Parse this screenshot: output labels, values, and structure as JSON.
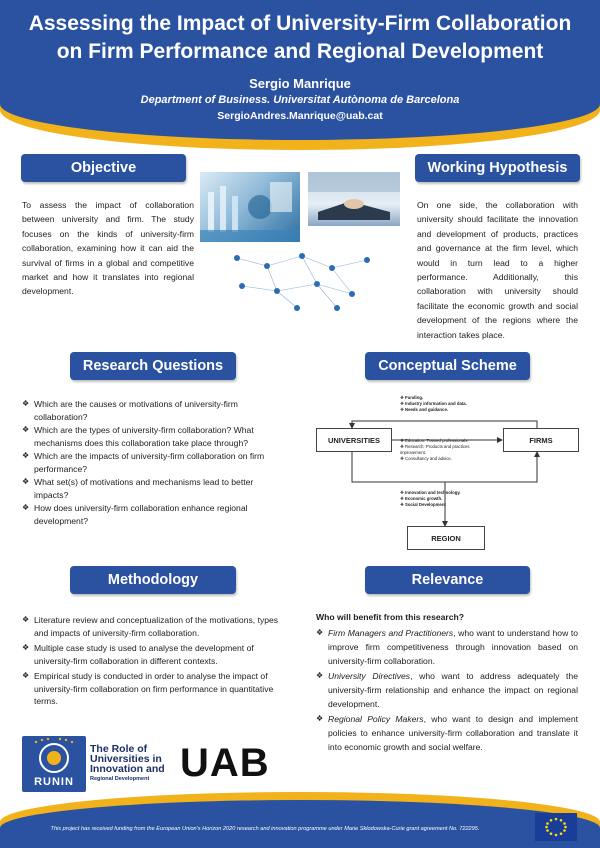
{
  "header": {
    "title_line1": "Assessing the Impact of University-Firm Collaboration",
    "title_line2": "on Firm Performance and Regional Development",
    "author": "Sergio Manrique",
    "department": "Department of Business. Universitat Autònoma de Barcelona",
    "email": "SergioAndres.Manrique@uab.cat"
  },
  "objective": {
    "heading": "Objective",
    "text": "To assess the impact of collaboration between university and firm. The study focuses on the kinds of university-firm collaboration, examining how it can aid the survival of firms in a global and competitive market and how it translates into regional development."
  },
  "hypothesis": {
    "heading": "Working Hypothesis",
    "text": "On one side, the collaboration with university should facilitate the innovation and development of products, practices and governance at the firm level, which would in turn lead to a higher performance. Additionally, this collaboration with university should facilitate the economic growth and social development of the regions where the interaction takes place."
  },
  "research_questions": {
    "heading": "Research Questions",
    "items": [
      "Which are the causes or motivations of university-firm collaboration?",
      "Which are the types of university-firm collaboration? What mechanisms does this collaboration take place through?",
      "Which are the impacts of university-firm collaboration on firm performance?",
      "What set(s) of motivations and mechanisms lead to better impacts?",
      "How does university-firm collaboration enhance regional development?"
    ]
  },
  "scheme": {
    "heading": "Conceptual Scheme",
    "universities": "UNIVERSITIES",
    "firms": "FIRMS",
    "region": "REGION",
    "top_items": [
      "Funding.",
      "Industry information and data.",
      "Needs and guidance."
    ],
    "mid_items": [
      "Education: Trained professionals.",
      "Research: Products and practices improvement.",
      "Consultancy and advice."
    ],
    "bottom_items": [
      "Innovation and technology.",
      "Economic growth.",
      "Social Development"
    ]
  },
  "methodology": {
    "heading": "Methodology",
    "items": [
      "Literature review and conceptualization of the motivations, types and impacts of university-firm collaboration.",
      "Multiple case study is used to analyse the development of university-firm collaboration in different contexts.",
      "Empirical study is conducted in order to analyse the impact of university-firm collaboration on firm performance in quantitative terms."
    ]
  },
  "relevance": {
    "heading": "Relevance",
    "lead": "Who will benefit from this research?",
    "items": [
      {
        "who": "Firm Managers and Practitioners",
        "rest": ", who want to understand how to improve firm competitiveness through innovation based on university-firm collaboration."
      },
      {
        "who": "University Directives",
        "rest": ", who want to address adequately the university-firm relationship and enhance the impact on regional development."
      },
      {
        "who": "Regional Policy Makers",
        "rest": ", who want to design and implement policies to enhance university-firm collaboration and translate it into economic growth and social welfare."
      }
    ]
  },
  "logos": {
    "runin_text": "RUNIN",
    "runin_title_1": "The Role of",
    "runin_title_2": "Universities in",
    "runin_title_3": "Innovation and",
    "runin_title_4": "Regional Development",
    "uab_text": "UAB"
  },
  "footer": {
    "text": "This project has received funding from the European Union's Horizon 2020 research and innovation programme under Marie Sklodowska-Curie grant agreement No. 722295."
  },
  "colors": {
    "primary_blue": "#2a52a0",
    "accent_gold": "#f2b21b"
  }
}
